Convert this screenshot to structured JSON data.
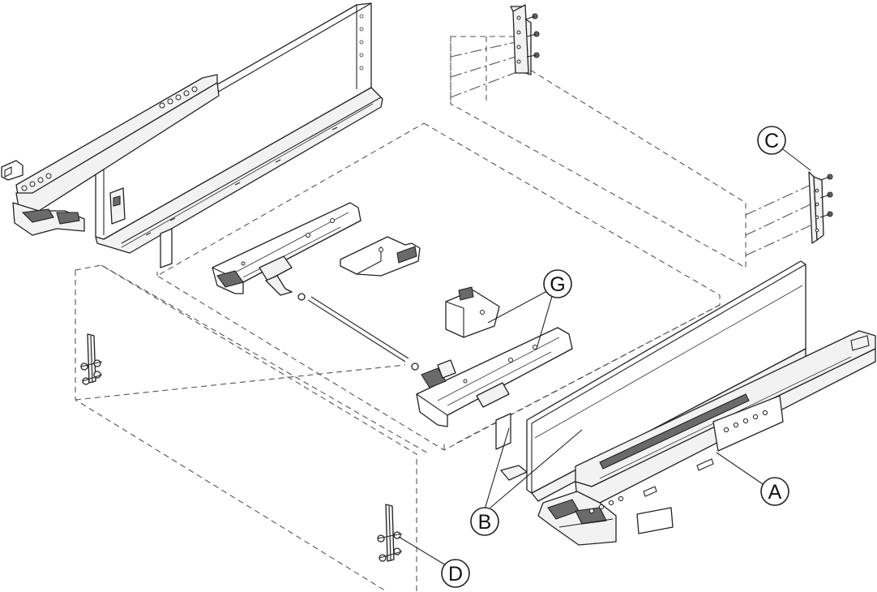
{
  "callouts": {
    "a": "A",
    "b": "B",
    "c": "C",
    "d": "D",
    "g": "G"
  }
}
